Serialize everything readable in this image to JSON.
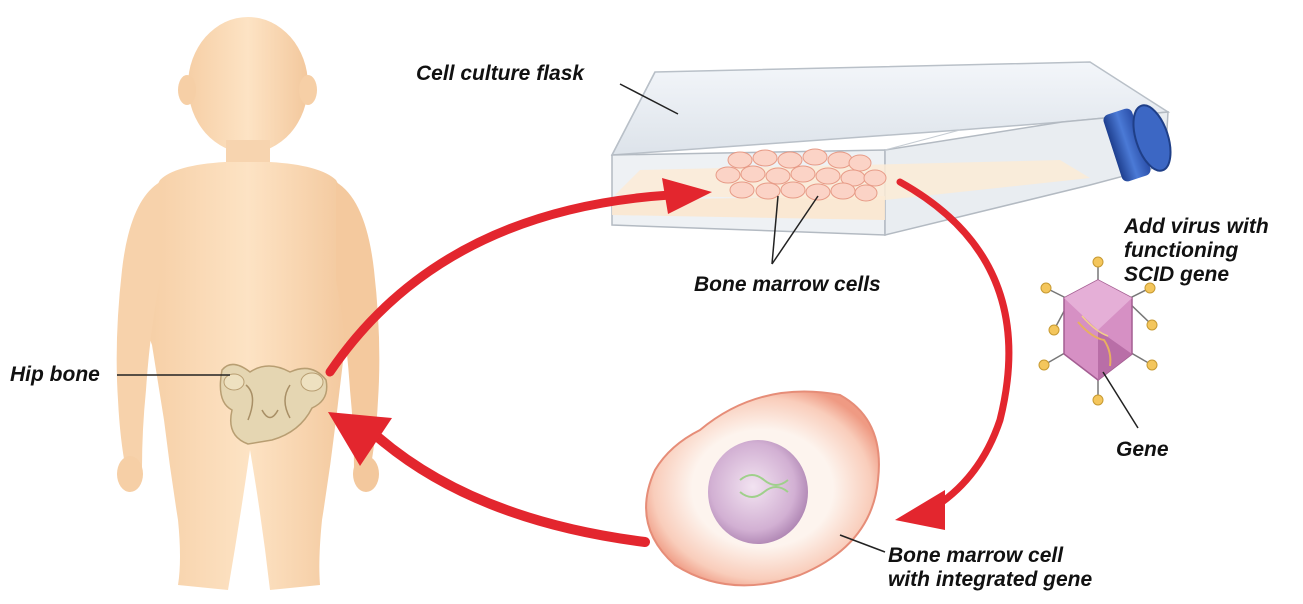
{
  "labels": {
    "flask": "Cell culture flask",
    "cells": "Bone marrow cells",
    "hip": "Hip bone",
    "virus_line1": "Add virus with",
    "virus_line2": "functioning",
    "virus_line3": "SCID gene",
    "gene": "Gene",
    "integrated_line1": "Bone marrow cell",
    "integrated_line2": "with integrated gene"
  },
  "colors": {
    "skin": "#fbdcb8",
    "bone": "#e2d3ae",
    "arrow": "#e3262e",
    "flask_liquid": "#fbe9d3",
    "cell_membrane": "#f3a98f",
    "nucleus": "#c7a3c9",
    "virus": "#d48ec0",
    "cap": "#2d59b5"
  }
}
